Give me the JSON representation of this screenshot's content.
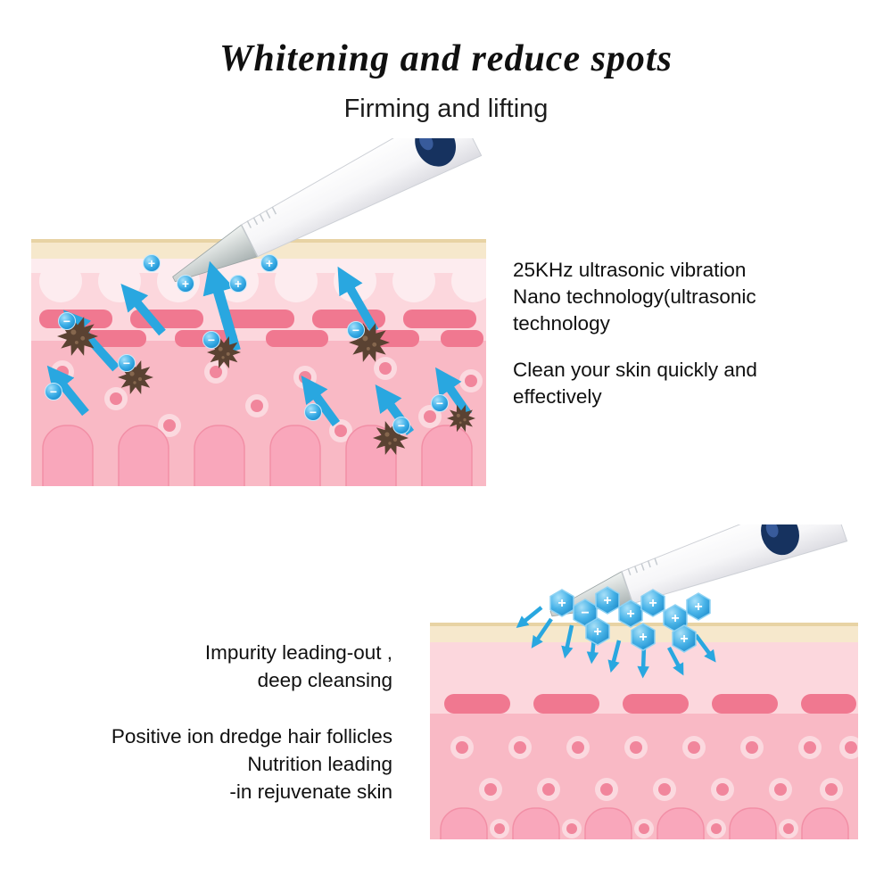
{
  "page": {
    "title": "Whitening and reduce spots",
    "subtitle": "Firming and lifting"
  },
  "benefits_right": {
    "lines": [
      "25KHz ultrasonic vibration",
      "Nano technology(ultrasonic",
      "technology"
    ],
    "lines2": [
      "Clean your skin quickly and",
      "effectively"
    ]
  },
  "benefits_left": {
    "lines": [
      "Impurity leading-out ,",
      "deep cleansing"
    ],
    "lines2": [
      "Positive ion dredge hair follicles",
      "Nutrition leading",
      "-in rejuvenate skin"
    ]
  },
  "symbols": {
    "plus": "+",
    "minus": "−"
  },
  "colors": {
    "arrow_blue": "#29a7e0",
    "ion_blue": "#0d82c6",
    "impurity_brown": "#5a4232",
    "skin_light_pink": "#fcd7dd",
    "skin_mid_pink": "#f9b9c5",
    "follicle_pink": "#f07890",
    "epidermis_cream": "#f6e8cc",
    "device_white": "#f7f7f9",
    "device_logo_navy": "#16325f"
  }
}
